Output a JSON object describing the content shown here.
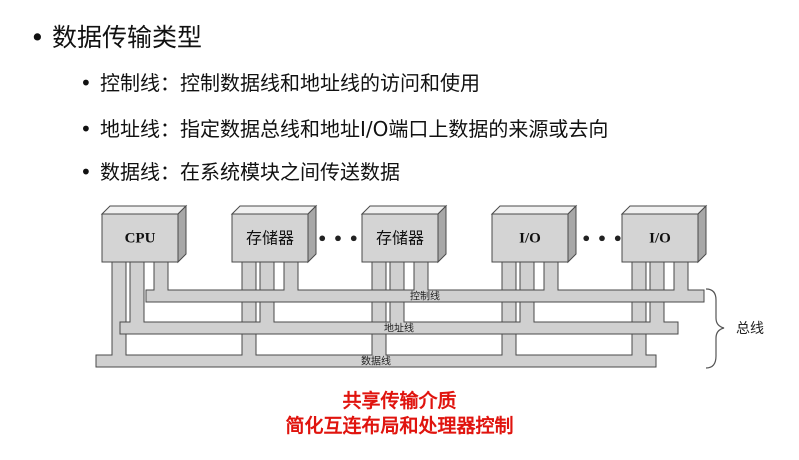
{
  "bullets": {
    "heading": "数据传输类型",
    "items": [
      {
        "term": "控制线",
        "sep": "：",
        "desc": "控制数据线和地址线的访问和使用"
      },
      {
        "term": "地址线",
        "sep": "：",
        "desc": "指定数据总线和地址I/O端口上数据的来源或去向"
      },
      {
        "term": "数据线",
        "sep": "：",
        "desc": "在系统模块之间传送数据"
      }
    ]
  },
  "diagram": {
    "modules": [
      "CPU",
      "存储器",
      "存储器",
      "I/O",
      "I/O"
    ],
    "ellipsis": [
      "• • •",
      "• • •"
    ],
    "lines": {
      "control": "控制线",
      "address": "地址线",
      "data": "数据线"
    },
    "bus_label": "总线",
    "colors": {
      "box_front": "#d4d4d4",
      "box_top": "#f0f0f0",
      "box_side": "#a8a8a8",
      "line_fill": "#d0d0d0",
      "stroke": "#4a4a4a"
    }
  },
  "caption": {
    "line1": "共享传输介质",
    "line2": "简化互连布局和处理器控制"
  }
}
